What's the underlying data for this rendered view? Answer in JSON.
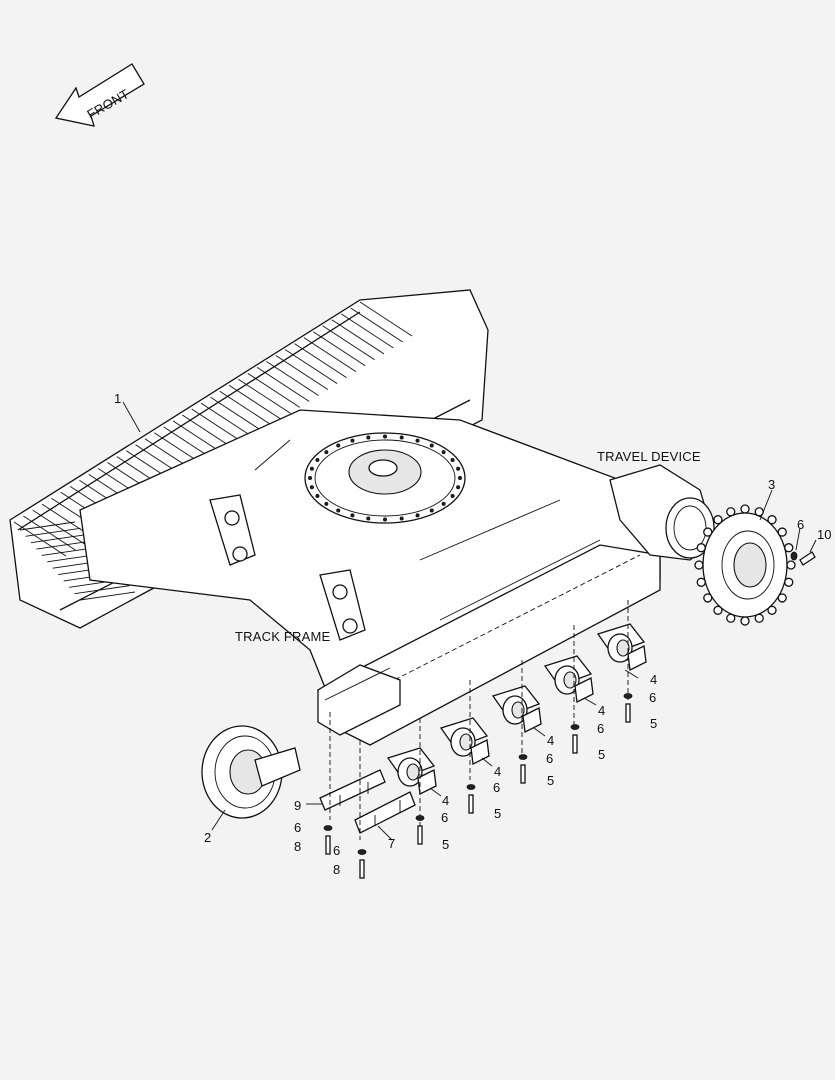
{
  "direction_arrow": {
    "label": "FRONT"
  },
  "assembly_labels": {
    "travel_device": "TRAVEL DEVICE",
    "track_frame": "TRACK FRAME"
  },
  "callouts": {
    "c1": "1",
    "c2": "2",
    "c3": "3",
    "c6_sprocket": "6",
    "c10": "10",
    "c4_a": "4",
    "c6_a": "6",
    "c5_a": "5",
    "c4_b": "4",
    "c6_b": "6",
    "c5_b": "5",
    "c4_c": "4",
    "c6_c": "6",
    "c5_c": "5",
    "c4_d": "4",
    "c6_d": "6",
    "c5_d": "5",
    "c4_e": "4",
    "c6_e": "6",
    "c5_e": "5",
    "c9": "9",
    "c6_f": "6",
    "c8_a": "8",
    "c6_g": "6",
    "c7": "7",
    "c8_b": "8"
  }
}
